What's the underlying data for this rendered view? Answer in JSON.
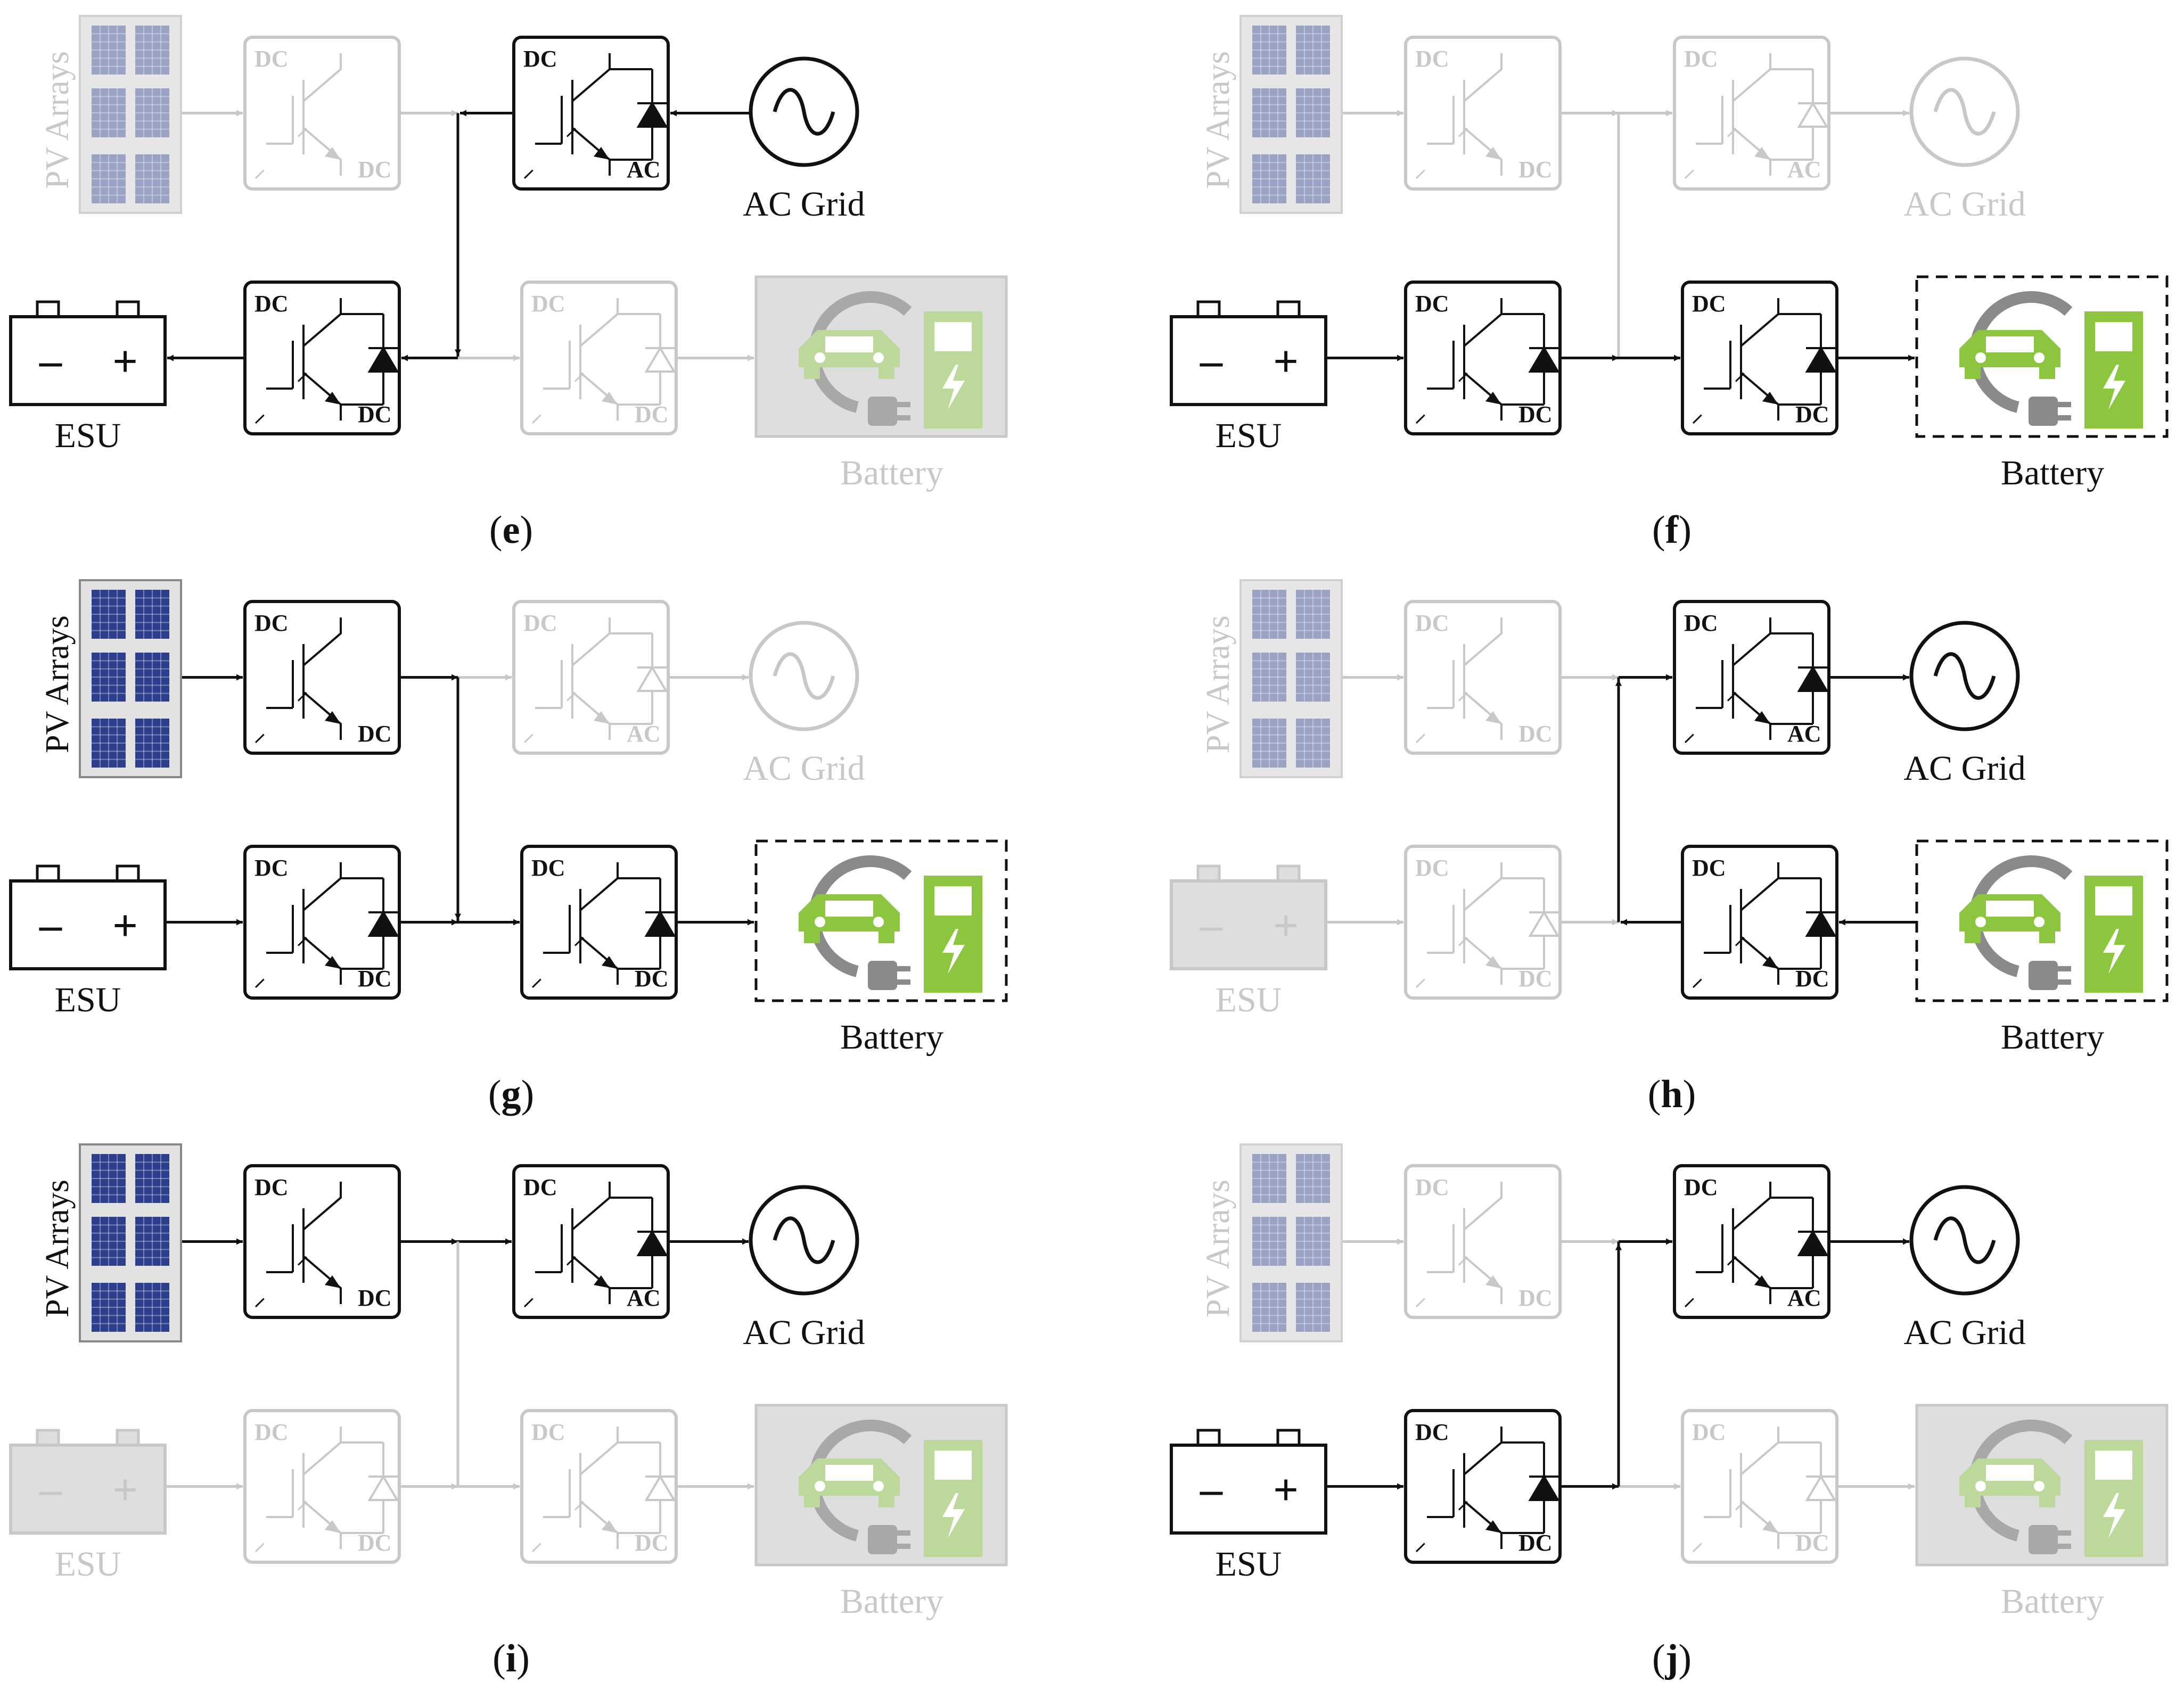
{
  "labels": {
    "dc": "DC",
    "ac": "AC",
    "pv": "PV Arrays",
    "grid": "AC Grid",
    "esu": "ESU",
    "battery": "Battery",
    "minus": "–",
    "plus": "+"
  },
  "colors": {
    "active": "#111111",
    "inactive": "#c8c8c8",
    "inactive_fill": "#dedede",
    "green": "#8cc63f",
    "green_dim": "#bcd89a",
    "pv_blue": "#2c3e8c",
    "pv_blue_dim": "#9aa3c4",
    "plug_gray": "#8a8a8a"
  },
  "panels": [
    {
      "id": "e",
      "caption_open": "(",
      "caption_letter": "e",
      "caption_close": ")",
      "active": {
        "pv": false,
        "conv_pv": false,
        "inverter": true,
        "grid": true,
        "esu": true,
        "conv_esu": true,
        "conv_bat": false,
        "battery": false,
        "bus": true
      },
      "flows": [
        {
          "from": "grid",
          "to": "inverter"
        },
        {
          "from": "inverter",
          "to": "bus"
        },
        {
          "from": "bus",
          "to": "conv_esu"
        },
        {
          "from": "conv_esu",
          "to": "esu"
        }
      ]
    },
    {
      "id": "f",
      "caption_open": "(",
      "caption_letter": "f",
      "caption_close": ")",
      "active": {
        "pv": false,
        "conv_pv": false,
        "inverter": false,
        "grid": false,
        "esu": true,
        "conv_esu": true,
        "conv_bat": true,
        "battery": true,
        "bus": false
      },
      "flows": [
        {
          "from": "esu",
          "to": "conv_esu"
        },
        {
          "from": "conv_esu",
          "to": "conv_bat"
        },
        {
          "from": "conv_bat",
          "to": "battery"
        }
      ]
    },
    {
      "id": "g",
      "caption_open": "(",
      "caption_letter": "g",
      "caption_close": ")",
      "active": {
        "pv": true,
        "conv_pv": true,
        "inverter": false,
        "grid": false,
        "esu": true,
        "conv_esu": true,
        "conv_bat": true,
        "battery": true,
        "bus": true
      },
      "flows": [
        {
          "from": "pv",
          "to": "conv_pv"
        },
        {
          "from": "conv_pv",
          "to": "bus"
        },
        {
          "from": "esu",
          "to": "conv_esu"
        },
        {
          "from": "conv_esu",
          "to": "conv_bat"
        },
        {
          "from": "conv_bat",
          "to": "battery"
        }
      ]
    },
    {
      "id": "h",
      "caption_open": "(",
      "caption_letter": "h",
      "caption_close": ")",
      "active": {
        "pv": false,
        "conv_pv": false,
        "inverter": true,
        "grid": true,
        "esu": false,
        "conv_esu": false,
        "conv_bat": true,
        "battery": true,
        "bus": true
      },
      "flows": [
        {
          "from": "battery",
          "to": "conv_bat"
        },
        {
          "from": "conv_bat",
          "to": "bus"
        },
        {
          "from": "bus",
          "to": "inverter"
        },
        {
          "from": "inverter",
          "to": "grid"
        }
      ]
    },
    {
      "id": "i",
      "caption_open": "(",
      "caption_letter": "i",
      "caption_close": ")",
      "active": {
        "pv": true,
        "conv_pv": true,
        "inverter": true,
        "grid": true,
        "esu": false,
        "conv_esu": false,
        "conv_bat": false,
        "battery": false,
        "bus": false
      },
      "flows": [
        {
          "from": "pv",
          "to": "conv_pv"
        },
        {
          "from": "conv_pv",
          "to": "inverter"
        },
        {
          "from": "inverter",
          "to": "grid"
        }
      ]
    },
    {
      "id": "j",
      "caption_open": "(",
      "caption_letter": "j",
      "caption_close": ")",
      "active": {
        "pv": false,
        "conv_pv": false,
        "inverter": true,
        "grid": true,
        "esu": true,
        "conv_esu": true,
        "conv_bat": false,
        "battery": false,
        "bus": true
      },
      "flows": [
        {
          "from": "esu",
          "to": "conv_esu"
        },
        {
          "from": "conv_esu",
          "to": "bus"
        },
        {
          "from": "bus",
          "to": "inverter"
        },
        {
          "from": "inverter",
          "to": "grid"
        }
      ]
    }
  ]
}
